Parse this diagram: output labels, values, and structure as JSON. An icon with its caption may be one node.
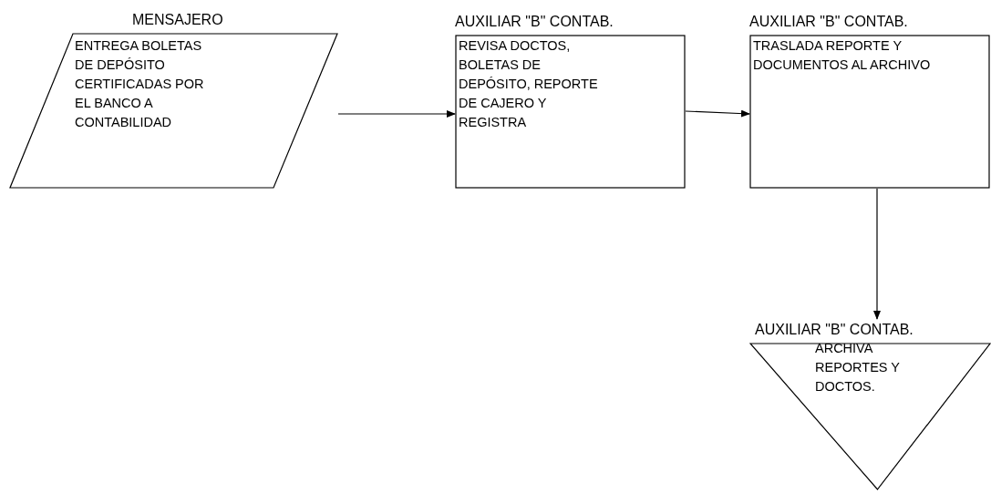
{
  "diagram": {
    "nodes": [
      {
        "text": [
          "MENSAJERO",
          "ENTREGA BOLETAS DE DEPÓSITO CERTIFICADAS POR EL BANCO A CONTABILIDAD"
        ]
      },
      {
        "text": [
          "AUXILIAR \"B\" CONTAB.",
          "REVISA DOCTOS, BOLETAS DE DEPÓSITO, REPORTE DE CAJERO Y REGISTRA"
        ]
      },
      {
        "text": [
          "AUXILIAR \"B\" CONTAB.",
          "TRASLADA REPORTE Y DOCUMENTOS AL ARCHIVO"
        ]
      },
      {
        "text": [
          "AUXILIAR \"B\" CONTAB.",
          "ARCHIVA REPORTES Y DOCTOS."
        ]
      }
    ],
    "edges": [
      {
        "from": 0,
        "to": 1,
        "arrow": "to"
      },
      {
        "from": 1,
        "to": 2,
        "arrow": "to"
      },
      {
        "from": 2,
        "to": 3,
        "arrow": "to"
      }
    ]
  }
}
